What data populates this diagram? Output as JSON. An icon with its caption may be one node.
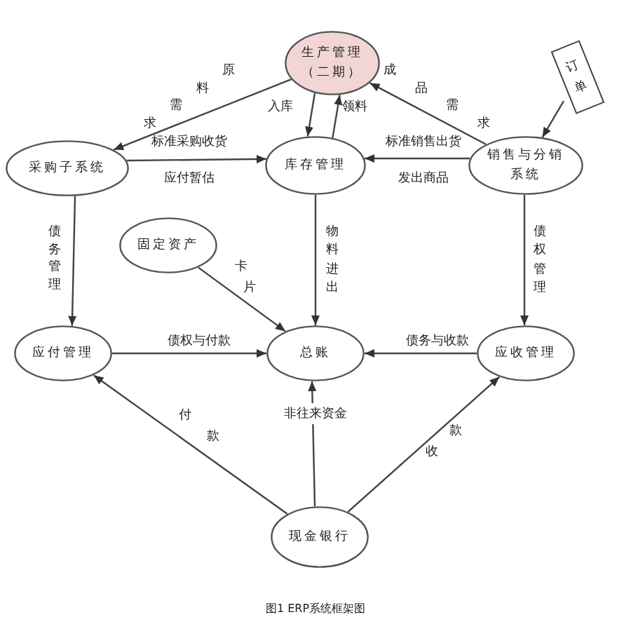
{
  "diagram": {
    "caption": "图1 ERP系统框架图",
    "nodes": [
      {
        "text": [
          "生产管理（二期）"
        ]
      },
      {
        "text": [
          "订单"
        ]
      },
      {
        "text": [
          "采购子系统"
        ]
      },
      {
        "text": [
          "库存管理"
        ]
      },
      {
        "text": [
          "销售与分销系统"
        ]
      },
      {
        "text": [
          "固定资产"
        ]
      },
      {
        "text": [
          "应付管理"
        ]
      },
      {
        "text": [
          "总账"
        ]
      },
      {
        "text": [
          "应收管理"
        ]
      },
      {
        "text": [
          "现金银行"
        ]
      }
    ],
    "edges": [
      {
        "from": 0,
        "to": 2,
        "arrow": "to",
        "label": "原料需求"
      },
      {
        "from": 0,
        "to": 3,
        "arrow": "to",
        "label": "入库"
      },
      {
        "from": 3,
        "to": 0,
        "arrow": "to",
        "label": "领料"
      },
      {
        "from": 4,
        "to": 0,
        "arrow": "to",
        "label": "成品需求"
      },
      {
        "from": 1,
        "to": 4,
        "arrow": "to"
      },
      {
        "from": 2,
        "to": 3,
        "arrow": "to",
        "label": "标准采购收货"
      },
      {
        "from": 4,
        "to": 3,
        "arrow": "to",
        "label": "标准销售出货"
      },
      {
        "from": 2,
        "to": 6,
        "arrow": "to",
        "label": "债务管理"
      },
      {
        "from": 3,
        "to": 7,
        "arrow": "to",
        "label": "物料进出"
      },
      {
        "from": 5,
        "to": 7,
        "arrow": "to",
        "label": "卡片"
      },
      {
        "from": 4,
        "to": 8,
        "arrow": "to",
        "label": "债权管理"
      },
      {
        "from": 6,
        "to": 7,
        "arrow": "to",
        "label": "债权与付款"
      },
      {
        "from": 8,
        "to": 7,
        "arrow": "to",
        "label": "债务与收款"
      },
      {
        "from": 9,
        "to": 6,
        "arrow": "to",
        "label": "付款"
      },
      {
        "from": 9,
        "to": 7,
        "arrow": "to",
        "label": "非往来资金"
      },
      {
        "from": 9,
        "to": 8,
        "arrow": "to",
        "label": "收款"
      }
    ],
    "labels": [
      "应付暂估",
      "发出商品"
    ]
  }
}
